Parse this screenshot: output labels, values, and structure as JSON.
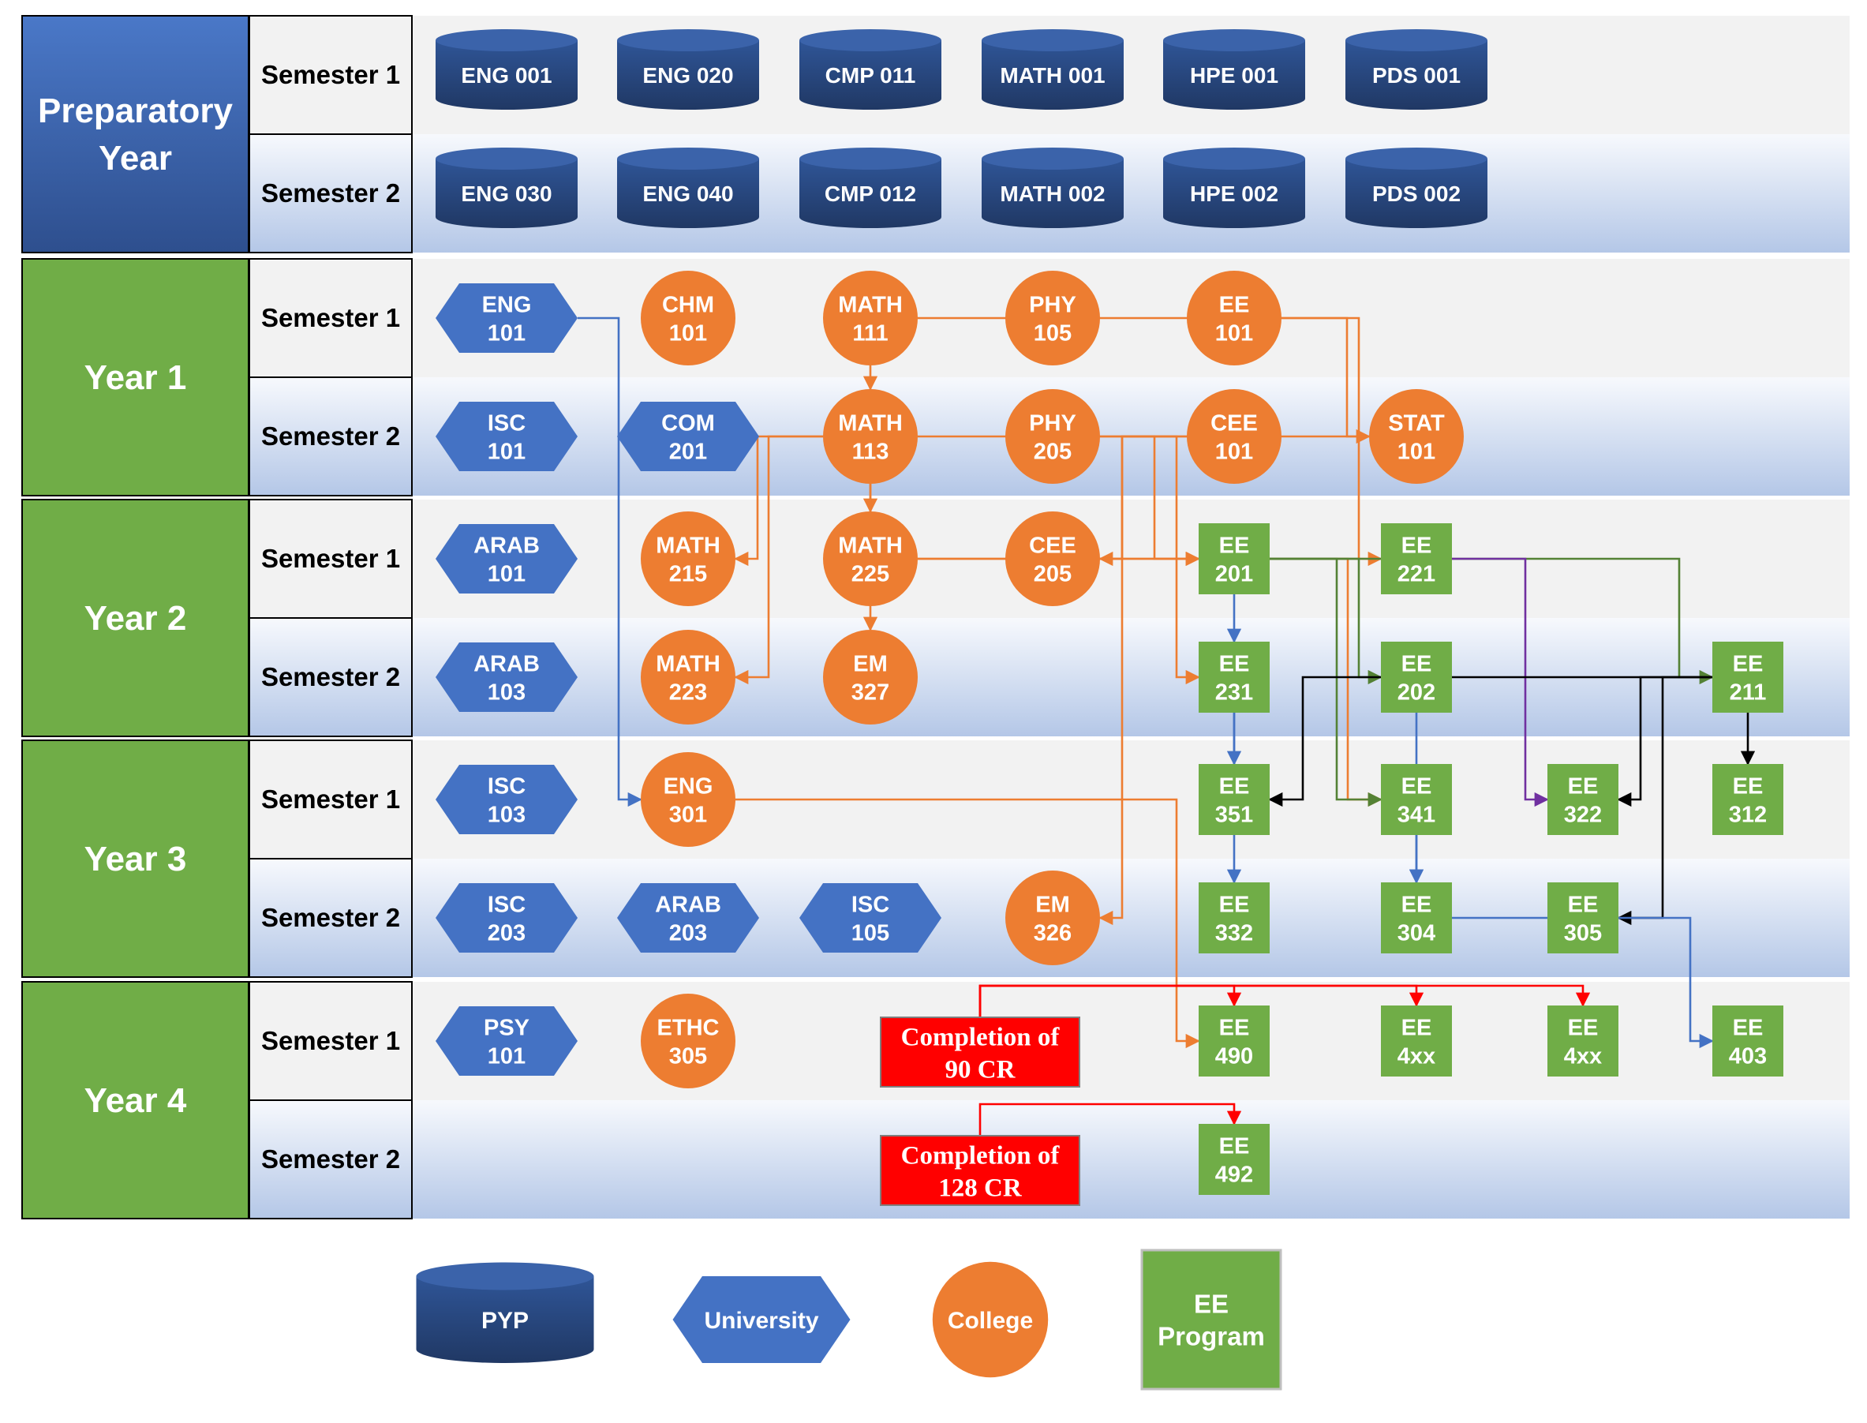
{
  "years": [
    {
      "title": [
        "Preparatory",
        "Year"
      ],
      "kind": "pyp",
      "semesters": [
        "Semester 1",
        "Semester 2"
      ]
    },
    {
      "title": [
        "Year 1"
      ],
      "kind": "year",
      "semesters": [
        "Semester 1",
        "Semester 2"
      ]
    },
    {
      "title": [
        "Year 2"
      ],
      "kind": "year",
      "semesters": [
        "Semester 1",
        "Semester 2"
      ]
    },
    {
      "title": [
        "Year 3"
      ],
      "kind": "year",
      "semesters": [
        "Semester 1",
        "Semester 2"
      ]
    },
    {
      "title": [
        "Year 4"
      ],
      "kind": "year",
      "semesters": [
        "Semester 1",
        "Semester 2"
      ]
    }
  ],
  "courses": [
    {
      "id": "ENG001",
      "type": "pyp",
      "lines": [
        "ENG 001"
      ],
      "row": 0,
      "col": 0
    },
    {
      "id": "ENG020",
      "type": "pyp",
      "lines": [
        "ENG 020"
      ],
      "row": 0,
      "col": 1
    },
    {
      "id": "CMP011",
      "type": "pyp",
      "lines": [
        "CMP 011"
      ],
      "row": 0,
      "col": 2
    },
    {
      "id": "MATH001",
      "type": "pyp",
      "lines": [
        "MATH 001"
      ],
      "row": 0,
      "col": 3
    },
    {
      "id": "HPE001",
      "type": "pyp",
      "lines": [
        "HPE 001"
      ],
      "row": 0,
      "col": 4
    },
    {
      "id": "PDS001",
      "type": "pyp",
      "lines": [
        "PDS 001"
      ],
      "row": 0,
      "col": 5
    },
    {
      "id": "ENG030",
      "type": "pyp",
      "lines": [
        "ENG 030"
      ],
      "row": 1,
      "col": 0
    },
    {
      "id": "ENG040",
      "type": "pyp",
      "lines": [
        "ENG 040"
      ],
      "row": 1,
      "col": 1
    },
    {
      "id": "CMP012",
      "type": "pyp",
      "lines": [
        "CMP 012"
      ],
      "row": 1,
      "col": 2
    },
    {
      "id": "MATH002",
      "type": "pyp",
      "lines": [
        "MATH 002"
      ],
      "row": 1,
      "col": 3
    },
    {
      "id": "HPE002",
      "type": "pyp",
      "lines": [
        "HPE 002"
      ],
      "row": 1,
      "col": 4
    },
    {
      "id": "PDS002",
      "type": "pyp",
      "lines": [
        "PDS 002"
      ],
      "row": 1,
      "col": 5
    },
    {
      "id": "ENG101",
      "type": "university",
      "lines": [
        "ENG",
        "101"
      ],
      "row": 2,
      "col": 0
    },
    {
      "id": "CHM101",
      "type": "college",
      "lines": [
        "CHM",
        "101"
      ],
      "row": 2,
      "col": 1
    },
    {
      "id": "MATH111",
      "type": "college",
      "lines": [
        "MATH",
        "111"
      ],
      "row": 2,
      "col": 2
    },
    {
      "id": "PHY105",
      "type": "college",
      "lines": [
        "PHY",
        "105"
      ],
      "row": 2,
      "col": 3
    },
    {
      "id": "EE101",
      "type": "college",
      "lines": [
        "EE",
        "101"
      ],
      "row": 2,
      "col": 4
    },
    {
      "id": "ISC101",
      "type": "university",
      "lines": [
        "ISC",
        "101"
      ],
      "row": 3,
      "col": 0
    },
    {
      "id": "COM201",
      "type": "university",
      "lines": [
        "COM",
        "201"
      ],
      "row": 3,
      "col": 1
    },
    {
      "id": "MATH113",
      "type": "college",
      "lines": [
        "MATH",
        "113"
      ],
      "row": 3,
      "col": 2
    },
    {
      "id": "PHY205",
      "type": "college",
      "lines": [
        "PHY",
        "205"
      ],
      "row": 3,
      "col": 3
    },
    {
      "id": "CEE101",
      "type": "college",
      "lines": [
        "CEE",
        "101"
      ],
      "row": 3,
      "col": 4
    },
    {
      "id": "STAT101",
      "type": "college",
      "lines": [
        "STAT",
        "101"
      ],
      "row": 3,
      "col": 5
    },
    {
      "id": "ARAB101",
      "type": "university",
      "lines": [
        "ARAB",
        "101"
      ],
      "row": 4,
      "col": 0
    },
    {
      "id": "MATH215",
      "type": "college",
      "lines": [
        "MATH",
        "215"
      ],
      "row": 4,
      "col": 1
    },
    {
      "id": "MATH225",
      "type": "college",
      "lines": [
        "MATH",
        "225"
      ],
      "row": 4,
      "col": 2
    },
    {
      "id": "CEE205",
      "type": "college",
      "lines": [
        "CEE",
        "205"
      ],
      "row": 4,
      "col": 3
    },
    {
      "id": "EE201",
      "type": "ee",
      "lines": [
        "EE",
        "201"
      ],
      "row": 4,
      "col": 4
    },
    {
      "id": "EE221",
      "type": "ee",
      "lines": [
        "EE",
        "221"
      ],
      "row": 4,
      "col": 5
    },
    {
      "id": "ARAB103",
      "type": "university",
      "lines": [
        "ARAB",
        "103"
      ],
      "row": 5,
      "col": 0
    },
    {
      "id": "MATH223",
      "type": "college",
      "lines": [
        "MATH",
        "223"
      ],
      "row": 5,
      "col": 1
    },
    {
      "id": "EM327",
      "type": "college",
      "lines": [
        "EM",
        "327"
      ],
      "row": 5,
      "col": 2
    },
    {
      "id": "EE231",
      "type": "ee",
      "lines": [
        "EE",
        "231"
      ],
      "row": 5,
      "col": 4
    },
    {
      "id": "EE202",
      "type": "ee",
      "lines": [
        "EE",
        "202"
      ],
      "row": 5,
      "col": 5
    },
    {
      "id": "EE211",
      "type": "ee",
      "lines": [
        "EE",
        "211"
      ],
      "row": 5,
      "col": 7
    },
    {
      "id": "ISC103",
      "type": "university",
      "lines": [
        "ISC",
        "103"
      ],
      "row": 6,
      "col": 0
    },
    {
      "id": "ENG301",
      "type": "college",
      "lines": [
        "ENG",
        "301"
      ],
      "row": 6,
      "col": 1
    },
    {
      "id": "EE351",
      "type": "ee",
      "lines": [
        "EE",
        "351"
      ],
      "row": 6,
      "col": 4
    },
    {
      "id": "EE341",
      "type": "ee",
      "lines": [
        "EE",
        "341"
      ],
      "row": 6,
      "col": 5
    },
    {
      "id": "EE322",
      "type": "ee",
      "lines": [
        "EE",
        "322"
      ],
      "row": 6,
      "col": 6
    },
    {
      "id": "EE312",
      "type": "ee",
      "lines": [
        "EE",
        "312"
      ],
      "row": 6,
      "col": 7
    },
    {
      "id": "ISC203",
      "type": "university",
      "lines": [
        "ISC",
        "203"
      ],
      "row": 7,
      "col": 0
    },
    {
      "id": "ARAB203",
      "type": "university",
      "lines": [
        "ARAB",
        "203"
      ],
      "row": 7,
      "col": 1
    },
    {
      "id": "ISC105",
      "type": "university",
      "lines": [
        "ISC",
        "105"
      ],
      "row": 7,
      "col": 2
    },
    {
      "id": "EM326",
      "type": "college",
      "lines": [
        "EM",
        "326"
      ],
      "row": 7,
      "col": 3
    },
    {
      "id": "EE332",
      "type": "ee",
      "lines": [
        "EE",
        "332"
      ],
      "row": 7,
      "col": 4
    },
    {
      "id": "EE304",
      "type": "ee",
      "lines": [
        "EE",
        "304"
      ],
      "row": 7,
      "col": 5
    },
    {
      "id": "EE305",
      "type": "ee",
      "lines": [
        "EE",
        "305"
      ],
      "row": 7,
      "col": 6
    },
    {
      "id": "PSY101",
      "type": "university",
      "lines": [
        "PSY",
        "101"
      ],
      "row": 8,
      "col": 0
    },
    {
      "id": "ETHC305",
      "type": "college",
      "lines": [
        "ETHC",
        "305"
      ],
      "row": 8,
      "col": 1
    },
    {
      "id": "EE490",
      "type": "ee",
      "lines": [
        "EE",
        "490"
      ],
      "row": 8,
      "col": 4
    },
    {
      "id": "EE4xxA",
      "type": "ee",
      "lines": [
        "EE",
        "4xx"
      ],
      "row": 8,
      "col": 5
    },
    {
      "id": "EE4xxB",
      "type": "ee",
      "lines": [
        "EE",
        "4xx"
      ],
      "row": 8,
      "col": 6
    },
    {
      "id": "EE403",
      "type": "ee",
      "lines": [
        "EE",
        "403"
      ],
      "row": 8,
      "col": 7
    },
    {
      "id": "EE492",
      "type": "ee",
      "lines": [
        "EE",
        "492"
      ],
      "row": 9,
      "col": 4
    }
  ],
  "requirements": [
    {
      "id": "CR90",
      "lines": [
        "Completion of",
        "90 CR"
      ],
      "row": 8
    },
    {
      "id": "CR128",
      "lines": [
        "Completion of",
        "128 CR"
      ],
      "row": 9
    }
  ],
  "legend": [
    {
      "type": "pyp",
      "lines": [
        "PYP"
      ]
    },
    {
      "type": "university",
      "lines": [
        "University"
      ]
    },
    {
      "type": "college",
      "lines": [
        "College"
      ]
    },
    {
      "type": "ee",
      "lines": [
        "EE",
        "Program"
      ]
    }
  ],
  "colors": {
    "pyp_header": "#3f5ea6",
    "year_header": "#70ad47",
    "pyp_shape": "#2e4f8e",
    "university": "#4472c4",
    "college": "#ed7d31",
    "ee": "#70ad47",
    "requirement": "#ff0000",
    "band_light": "#f2f2f2",
    "band_blue": "#b4c7e7",
    "link_orange": "#ed7d31",
    "link_blue": "#4472c4",
    "link_green": "#548235",
    "link_purple": "#7030a0",
    "link_black": "#000000",
    "link_red": "#ff0000"
  },
  "links": [
    {
      "from": "ENG101",
      "to": "ENG301",
      "color": "link_blue"
    },
    {
      "from": "MATH111",
      "to": "MATH113",
      "color": "link_orange"
    },
    {
      "from": "MATH111",
      "to": "STAT101",
      "color": "link_orange"
    },
    {
      "from": "EE101",
      "to": "EE221",
      "color": "link_orange"
    },
    {
      "from": "MATH113",
      "to": "MATH225",
      "color": "link_orange"
    },
    {
      "from": "MATH113",
      "to": "MATH215",
      "color": "link_orange"
    },
    {
      "from": "MATH113",
      "to": "MATH223",
      "color": "link_orange"
    },
    {
      "from": "MATH113",
      "to": "EM327",
      "color": "link_orange"
    },
    {
      "from": "MATH113",
      "to": "EE201",
      "color": "link_orange"
    },
    {
      "from": "PHY205",
      "to": "EE201",
      "color": "link_orange"
    },
    {
      "from": "CEE101",
      "to": "CEE205",
      "color": "link_orange"
    },
    {
      "from": "STAT101",
      "to": "EM326",
      "color": "link_orange"
    },
    {
      "from": "MATH225",
      "to": "EE231",
      "color": "link_orange"
    },
    {
      "from": "MATH225",
      "to": "EE341",
      "color": "link_orange"
    },
    {
      "from": "ENG301",
      "to": "EE490",
      "color": "link_orange"
    },
    {
      "from": "EE201",
      "to": "EE231",
      "color": "link_blue"
    },
    {
      "from": "EE201",
      "to": "EE202",
      "color": "link_green"
    },
    {
      "from": "EE201",
      "to": "EE211",
      "color": "link_green"
    },
    {
      "from": "EE201",
      "to": "EE341",
      "color": "link_green"
    },
    {
      "from": "EE221",
      "to": "EE322",
      "color": "link_purple"
    },
    {
      "from": "EE231",
      "to": "EE351",
      "color": "link_blue"
    },
    {
      "from": "EE231",
      "to": "EE332",
      "color": "link_blue"
    },
    {
      "from": "EE202",
      "to": "EE304",
      "color": "link_blue"
    },
    {
      "from": "EE211",
      "to": "EE322",
      "color": "link_black"
    },
    {
      "from": "EE211",
      "to": "EE312",
      "color": "link_black"
    },
    {
      "from": "EE211",
      "to": "EE351",
      "color": "link_black"
    },
    {
      "from": "EE211",
      "to": "EE305",
      "color": "link_black"
    },
    {
      "from": "EE341",
      "to": "EE304",
      "color": "link_blue"
    },
    {
      "from": "EE304",
      "to": "EE403",
      "color": "link_blue"
    },
    {
      "from": "CR90",
      "to": "EE490",
      "color": "link_red"
    },
    {
      "from": "CR90",
      "to": "EE4xxA",
      "color": "link_red"
    },
    {
      "from": "CR90",
      "to": "EE4xxB",
      "color": "link_red"
    },
    {
      "from": "CR128",
      "to": "EE492",
      "color": "link_red"
    }
  ]
}
